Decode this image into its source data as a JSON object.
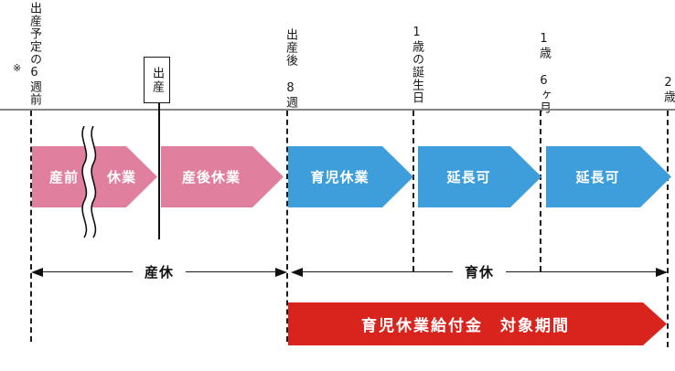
{
  "diagram": {
    "title_hint": "maternity-childcare-leave-timeline",
    "milestones": [
      {
        "key": "due_date_minus_6w",
        "label": "出産予定の6週前",
        "note": "※"
      },
      {
        "key": "birth",
        "label": "出産",
        "boxed": true
      },
      {
        "key": "after_birth_8w",
        "label": "出産後 8週"
      },
      {
        "key": "first_birthday",
        "label": "1歳の誕生日"
      },
      {
        "key": "age_1y6m",
        "label": "1歳 6ヶ月"
      },
      {
        "key": "age_2y",
        "label": "2歳"
      }
    ],
    "leave_segments": [
      {
        "period": "maternity",
        "color": "#E07F9E",
        "label_left": "産前",
        "label_right": "休業",
        "broken": true
      },
      {
        "period": "maternity",
        "color": "#E07F9E",
        "label": "産後休業"
      },
      {
        "period": "childcare",
        "color": "#3E9EDB",
        "label": "育児休業"
      },
      {
        "period": "childcare",
        "color": "#3E9EDB",
        "label": "延長可"
      },
      {
        "period": "childcare",
        "color": "#3E9EDB",
        "label": "延長可"
      }
    ],
    "spans": [
      {
        "key": "maternity_leave",
        "label": "産休"
      },
      {
        "key": "childcare_leave",
        "label": "育休"
      }
    ],
    "banner": {
      "label": "育児休業給付金　対象期間",
      "color": "#D8241D"
    },
    "colors": {
      "axis_gray": "#858585",
      "line_black": "#1b1b1b",
      "text": "#1a1a1a"
    }
  }
}
